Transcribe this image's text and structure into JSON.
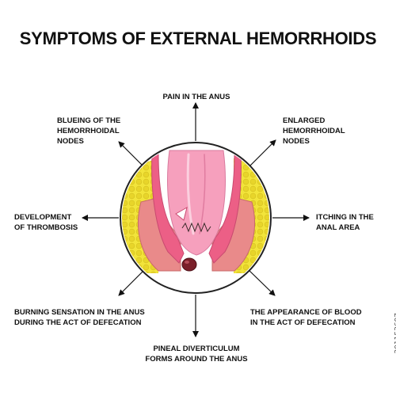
{
  "title": "SYMPTOMS OF EXTERNAL HEMORRHOIDS",
  "symptoms": {
    "top": "PAIN IN THE ANUS",
    "top_left": "BLUEING OF THE\nHEMORRHOIDAL\nNODES",
    "top_right": "ENLARGED\nHEMORRHOIDAL\nNODES",
    "left": "DEVELOPMENT\nOF THROMBOSIS",
    "right": "ITCHING IN THE\nANAL AREA",
    "bottom_left": "BURNING SENSATION IN THE ANUS\nDURING THE ACT OF DEFECATION",
    "bottom_right": "THE APPEARANCE OF BLOOD\nIN THE ACT OF DEFECATION",
    "bottom": "PINEAL DIVERTICULUM\nFORMS AROUND THE ANUS"
  },
  "watermark": "201153607",
  "colors": {
    "fat": "#f2e43a",
    "muscle": "#e98a8a",
    "mucosa": "#ec5f86",
    "canal": "#f6a0bd",
    "node": "#7a1f2a",
    "arrow": "#111111"
  }
}
